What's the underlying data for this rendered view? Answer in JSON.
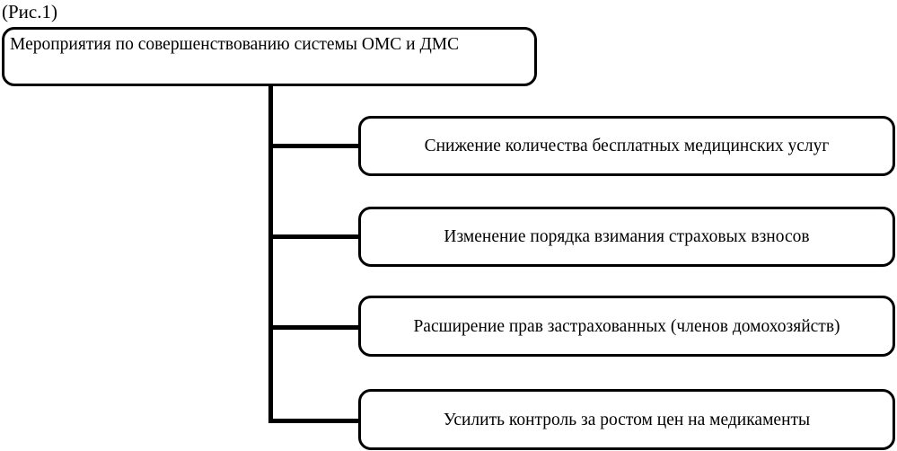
{
  "figure": {
    "caption": "(Рис.1)"
  },
  "diagram": {
    "type": "tree",
    "orientation": "left-root-right-children",
    "line_color": "#000000",
    "box_border_color": "#000000",
    "box_fill_color": "#ffffff",
    "root": {
      "label": "Мероприятия по совершенствованию системы ОМС и ДМС"
    },
    "children": [
      {
        "label": "Снижение количества бесплатных медицинских услуг"
      },
      {
        "label": "Изменение порядка взимания страховых взносов"
      },
      {
        "label": "Расширение прав застрахованных (членов домохозяйств)"
      },
      {
        "label": "Усилить контроль за ростом цен на медикаменты"
      }
    ]
  }
}
